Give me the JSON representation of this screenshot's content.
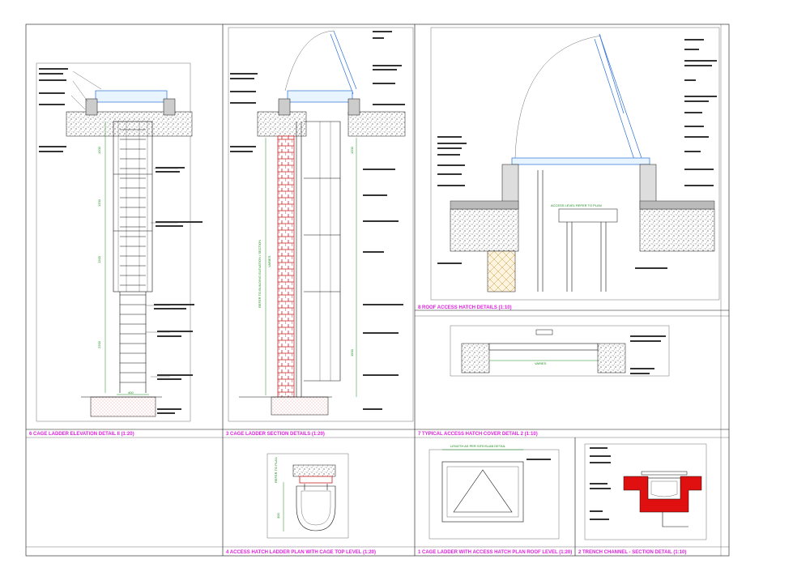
{
  "sheet": {
    "title": "",
    "panels": [
      {
        "id": "p6",
        "caption": "6   CAGE LADDER ELEVATION DETAIL II    (1:20)"
      },
      {
        "id": "p3",
        "caption": "3   CAGE LADDER SECTION DETAILS    (1:20)"
      },
      {
        "id": "p8",
        "caption": "8   ROOF ACCESS HATCH DETAILS    (1:10)"
      },
      {
        "id": "p7",
        "caption": "7   TYPICAL ACCESS HATCH COVER DETAIL 2    (1:10)"
      },
      {
        "id": "p4",
        "caption": "4   ACCESS HATCH LADDER PLAN WITH CAGE TOP LEVEL    (1:20)"
      },
      {
        "id": "p1",
        "caption": "1   CAGE LADDER WITH ACCESS HATCH PLAN ROOF LEVEL    (1:20)"
      },
      {
        "id": "p2",
        "caption": "2   TRENCH CHANNEL - SECTION DETAIL    (1:10)"
      }
    ],
    "dimension_labels": {
      "d1200a": "1200",
      "d1200b": "1200",
      "d1200c": "1200",
      "d400": "400",
      "d300": "300",
      "d1500": "1500",
      "d2200": "2200"
    },
    "notes": {
      "refer_to": "REFER TO BUILDING ELEVATION / SECTION",
      "length_note": "LENGTH AS PER SITE/SLAB DETAIL",
      "varies": "VARIES",
      "access_level": "ACCESS LEVEL REFER TO PLAN",
      "plan_note": "REFER TO PLAN"
    },
    "colors": {
      "caption": "#e020e0",
      "dimension": "#1a8a1a",
      "hatch_glass": "#2a6fd6",
      "brick": "#cc2222",
      "red_fill": "#e01010",
      "line": "#111111"
    }
  }
}
